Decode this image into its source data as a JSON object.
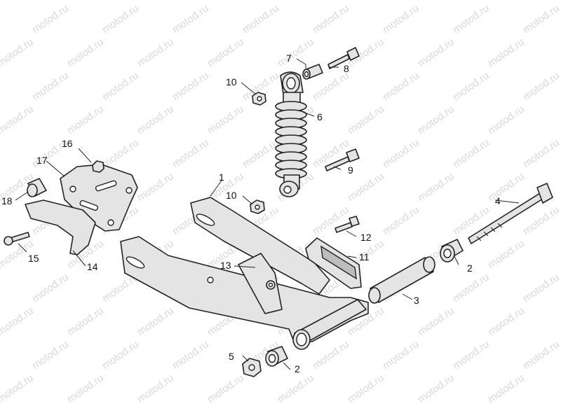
{
  "watermark": "motod.ru",
  "parts": [
    {
      "id": "p1",
      "number": "1"
    },
    {
      "id": "p2a",
      "number": "2"
    },
    {
      "id": "p2b",
      "number": "2"
    },
    {
      "id": "p3",
      "number": "3"
    },
    {
      "id": "p4",
      "number": "4"
    },
    {
      "id": "p5",
      "number": "5"
    },
    {
      "id": "p6",
      "number": "6"
    },
    {
      "id": "p7",
      "number": "7"
    },
    {
      "id": "p8",
      "number": "8"
    },
    {
      "id": "p9",
      "number": "9"
    },
    {
      "id": "p10a",
      "number": "10"
    },
    {
      "id": "p10b",
      "number": "10"
    },
    {
      "id": "p11",
      "number": "11"
    },
    {
      "id": "p12",
      "number": "12"
    },
    {
      "id": "p13",
      "number": "13"
    },
    {
      "id": "p14",
      "number": "14"
    },
    {
      "id": "p15",
      "number": "15"
    },
    {
      "id": "p16",
      "number": "16"
    },
    {
      "id": "p17",
      "number": "17"
    },
    {
      "id": "p18",
      "number": "18"
    }
  ],
  "colors": {
    "line": "#222222",
    "fill": "#e4e4e4",
    "watermark": "#d9d9d9"
  }
}
